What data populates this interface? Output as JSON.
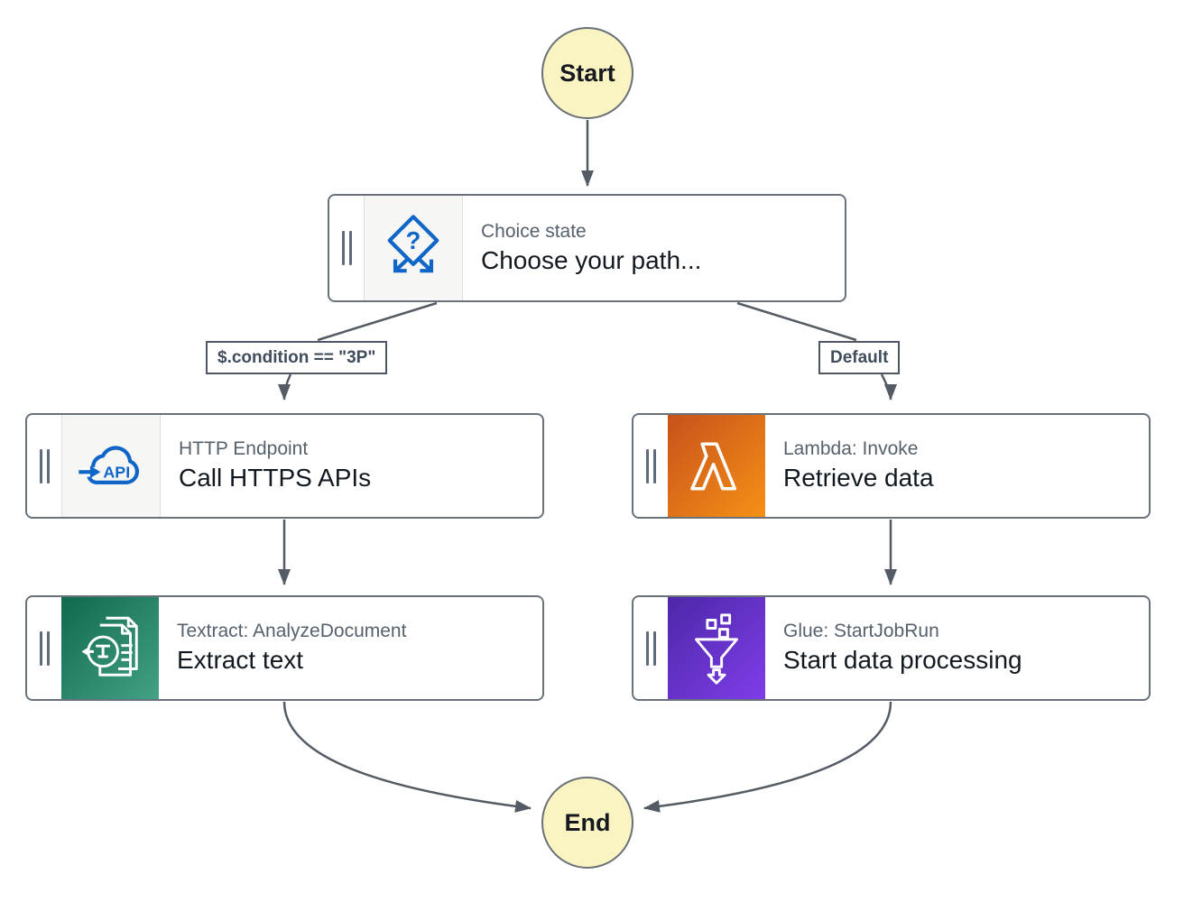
{
  "diagram": {
    "kind": "step-functions-workflow-graph",
    "terminals": {
      "start": "Start",
      "end": "End"
    },
    "states": {
      "choice": {
        "type": "Choice state",
        "name": "Choose your path...",
        "icon": "choice-icon"
      },
      "http": {
        "type": "HTTP Endpoint",
        "name": "Call HTTPS APIs",
        "icon": "http-api-cloud-icon"
      },
      "lambda": {
        "type": "Lambda: Invoke",
        "name": "Retrieve data",
        "icon": "lambda-icon"
      },
      "textract": {
        "type": "Textract: AnalyzeDocument",
        "name": "Extract text",
        "icon": "textract-icon"
      },
      "glue": {
        "type": "Glue: StartJobRun",
        "name": "Start data processing",
        "icon": "glue-icon"
      }
    },
    "edge_labels": {
      "condition": "$.condition == \"3P\"",
      "default": "Default"
    },
    "icon_text": {
      "choice_glyph": "?",
      "http_api": "API",
      "lambda_glyph": "λ"
    },
    "colors": {
      "terminal_fill": "#F9F4C1",
      "connector": "#545B64",
      "card_border": "#69727B",
      "title_text": "#56616C",
      "name_text": "#121921",
      "choice_blue": "#0F66C8",
      "lambda_gradient": [
        "#C8511B",
        "#F59116"
      ],
      "textract_gradient": [
        "#11694E",
        "#43A185"
      ],
      "glue_gradient": [
        "#4D27A8",
        "#7F3DE8"
      ]
    }
  }
}
